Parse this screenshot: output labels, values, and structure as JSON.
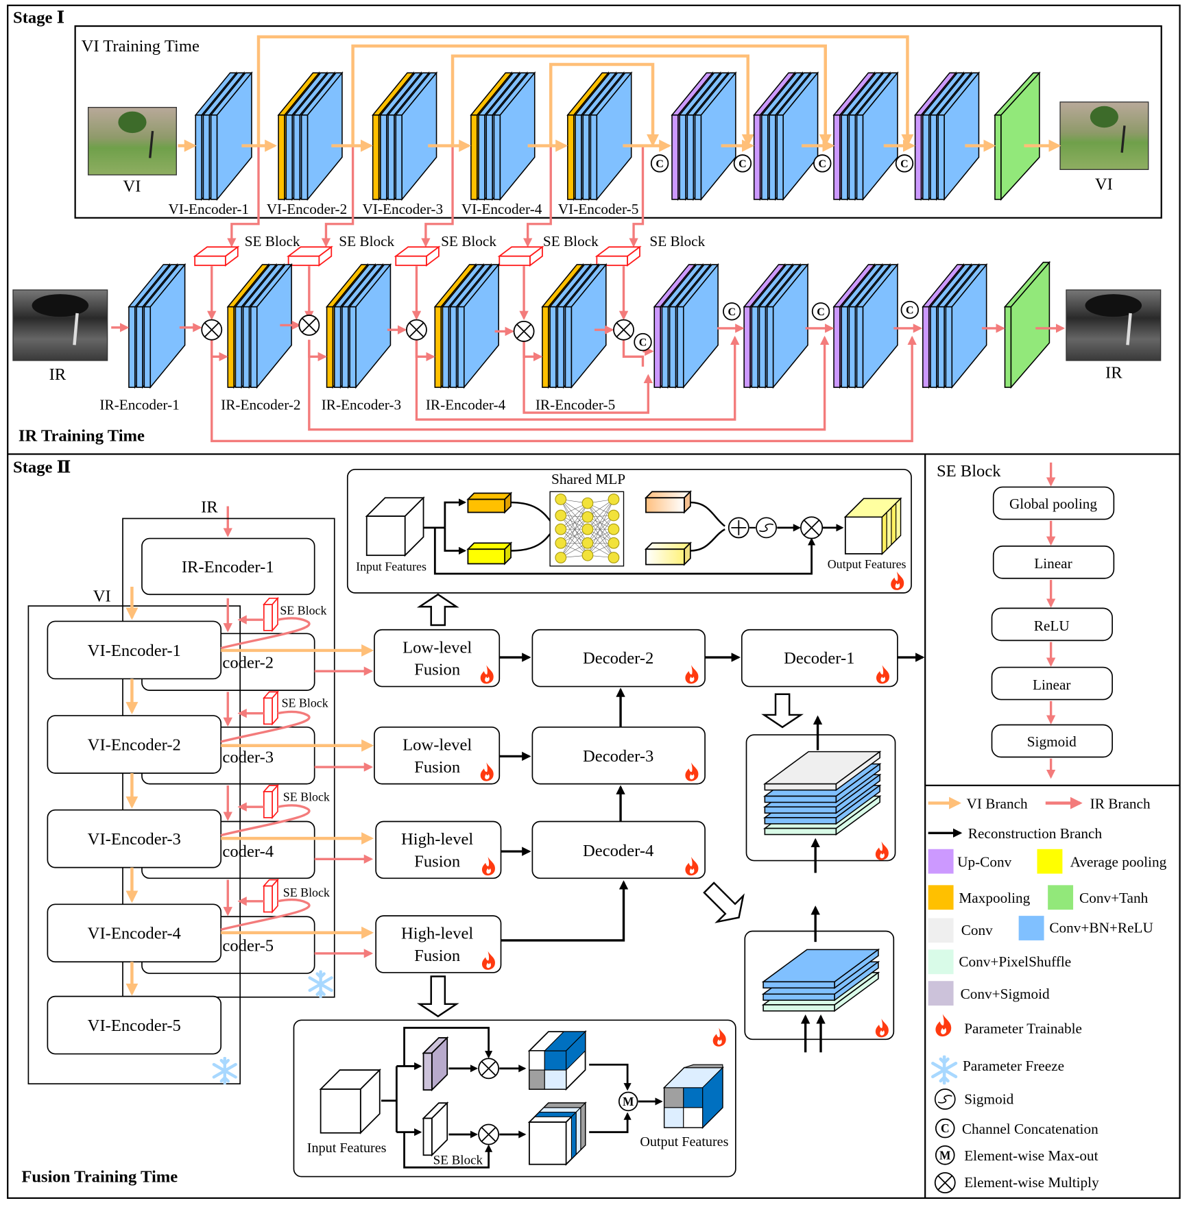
{
  "stage1": {
    "title": "Stage Ⅰ",
    "vi_training_title": "VI Training Time",
    "ir_training_title": "IR Training Time",
    "vi_input_label": "VI",
    "vi_output_label": "VI",
    "ir_input_label": "IR",
    "ir_output_label": "IR",
    "vi_encoders": [
      "VI-Encoder-1",
      "VI-Encoder-2",
      "VI-Encoder-3",
      "VI-Encoder-4",
      "VI-Encoder-5"
    ],
    "ir_encoders": [
      "IR-Encoder-1",
      "IR-Encoder-2",
      "IR-Encoder-3",
      "IR-Encoder-4",
      "IR-Encoder-5"
    ],
    "se_block_labels": [
      "SE Block",
      "SE Block",
      "SE Block",
      "SE Block",
      "SE Block"
    ]
  },
  "stage2": {
    "title": "Stage Ⅱ",
    "ir_label": "IR",
    "vi_label": "VI",
    "ir_encoder_1": "IR-Encoder-1",
    "ir_encoders_partial": [
      "coder-2",
      "coder-3",
      "coder-4",
      "coder-5"
    ],
    "vi_encoders": [
      "VI-Encoder-1",
      "VI-Encoder-2",
      "VI-Encoder-3",
      "VI-Encoder-4",
      "VI-Encoder-5"
    ],
    "se_block_labels": [
      "SE Block",
      "SE Block",
      "SE Block",
      "SE Block"
    ],
    "fusions": [
      {
        "line1": "Low-level",
        "line2": "Fusion"
      },
      {
        "line1": "Low-level",
        "line2": "Fusion"
      },
      {
        "line1": "High-level",
        "line2": "Fusion"
      },
      {
        "line1": "High-level",
        "line2": "Fusion"
      }
    ],
    "decoders": {
      "d1": "Decoder-1",
      "d2": "Decoder-2",
      "d3": "Decoder-3",
      "d4": "Decoder-4"
    },
    "mlp_module": {
      "title": "Shared MLP",
      "input": "Input Features",
      "output": "Output Features"
    },
    "fusion_module": {
      "input": "Input Features",
      "se_block": "SE Block",
      "output": "Output Features"
    },
    "footer": "Fusion Training Time"
  },
  "se_block_panel": {
    "title": "SE Block",
    "steps": [
      "Global pooling",
      "Linear",
      "ReLU",
      "Linear",
      "Sigmoid"
    ]
  },
  "legend": {
    "vi_branch": "VI Branch",
    "ir_branch": "IR Branch",
    "reconstruction_branch": "Reconstruction Branch",
    "swatches": [
      {
        "label": "Up-Conv",
        "color": "#CC99FF"
      },
      {
        "label": "Average pooling",
        "color": "#FFFF00"
      },
      {
        "label": "Maxpooling",
        "color": "#FFC000"
      },
      {
        "label": "Conv+Tanh",
        "color": "#92E87A"
      },
      {
        "label": "Conv",
        "color": "#EFEFEF"
      },
      {
        "label": "Conv+BN+ReLU",
        "color": "#80C0FF"
      },
      {
        "label": "Conv+PixelShuffle",
        "color": "#D9FBE8"
      },
      {
        "label": "Conv+Sigmoid",
        "color": "#CCC2DA"
      }
    ],
    "symbols": [
      {
        "icon": "flame-icon",
        "label": "Parameter Trainable"
      },
      {
        "icon": "snowflake-icon",
        "label": "Parameter Freeze"
      },
      {
        "icon": "sigmoid-icon",
        "label": "Sigmoid"
      },
      {
        "icon": "concat-icon",
        "label": "Channel Concatenation"
      },
      {
        "icon": "maxout-icon",
        "label": "Element-wise Max-out"
      },
      {
        "icon": "multiply-icon",
        "label": "Element-wise Multiply"
      }
    ]
  },
  "symbols": {
    "concat": "C",
    "maxout": "M"
  },
  "colors": {
    "vi_branch": "#FFBF78",
    "ir_branch": "#F37B7B",
    "reconstruction": "#000000",
    "se_block": "#FF1A1A",
    "trainable": "#FF3A10",
    "freeze": "#A8D8FF",
    "fusion_blue": "#0070C0",
    "fusion_light": "#DDEEFF",
    "fusion_gray": "#A0A0A0"
  }
}
